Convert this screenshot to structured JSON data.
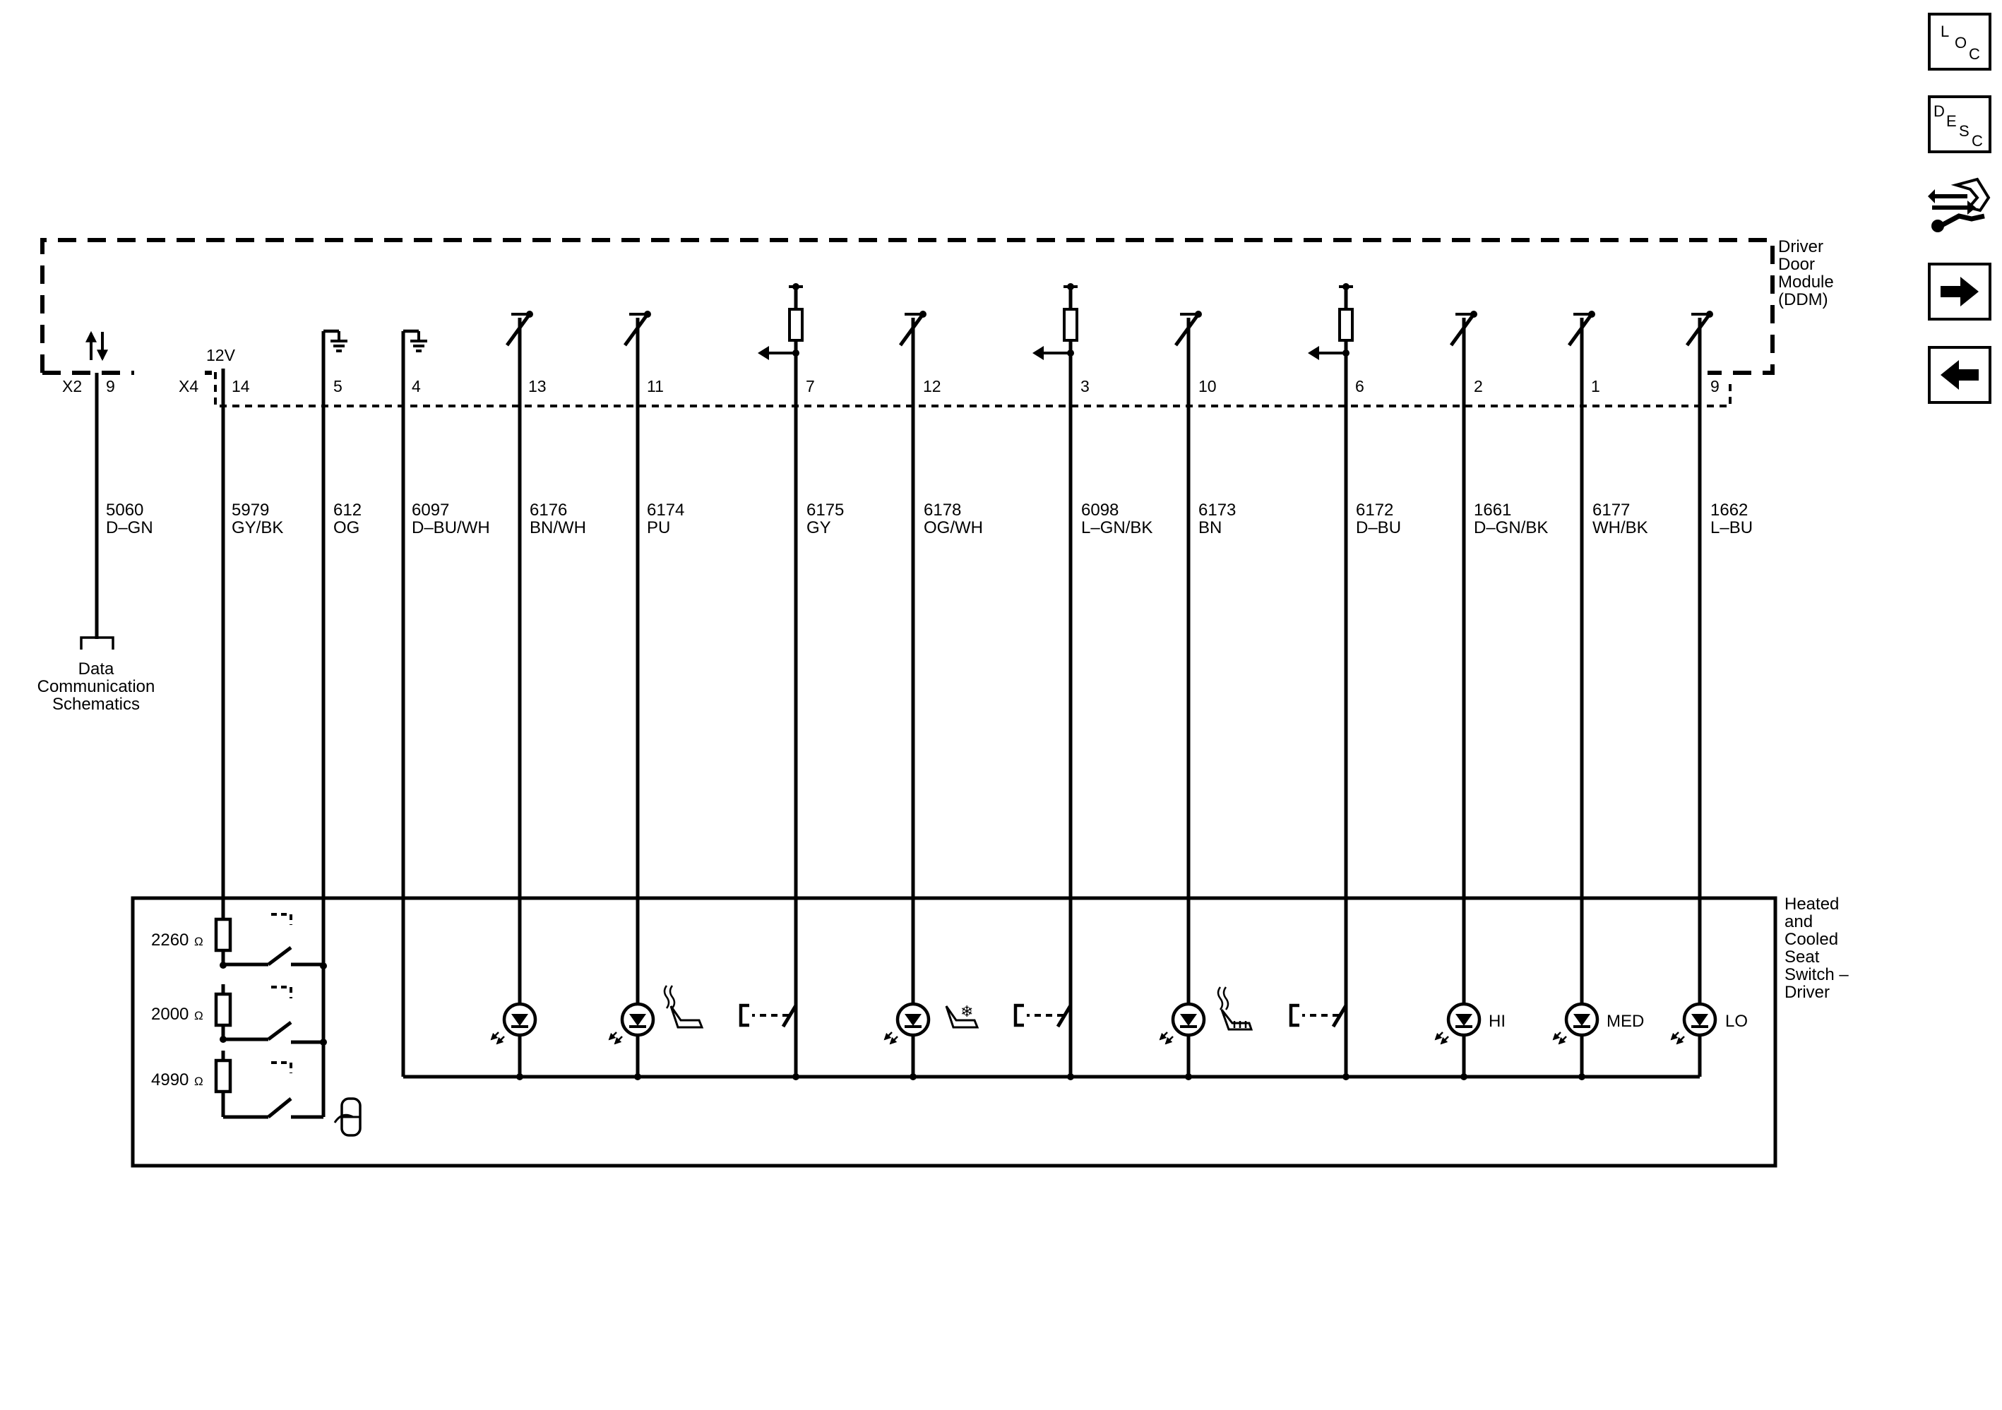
{
  "nav": {
    "loc": {
      "l1": "L",
      "l2": "O",
      "l3": "C"
    },
    "desc": {
      "l1": "D",
      "l2": "E",
      "l3": "S",
      "l4": "C"
    }
  },
  "ddm": {
    "line1": "Driver",
    "line2": "Door",
    "line3": "Module",
    "line4": "(DDM)"
  },
  "connectors": {
    "x2": "X2",
    "x4": "X4"
  },
  "voltage": "12V",
  "data_comm": {
    "line1": "Data",
    "line2": "Communication",
    "line3": "Schematics"
  },
  "switch_module": {
    "line1": "Heated",
    "line2": "and",
    "line3": "Cooled",
    "line4": "Seat",
    "line5": "Switch –",
    "line6": "Driver"
  },
  "resistors": [
    {
      "value": "2260",
      "unit": "Ω"
    },
    {
      "value": "2000",
      "unit": "Ω"
    },
    {
      "value": "4990",
      "unit": "Ω"
    }
  ],
  "indicator_labels": {
    "hi": "HI",
    "med": "MED",
    "lo": "LO"
  },
  "wires": [
    {
      "pin": "9",
      "circuit": "5060",
      "color": "D–GN"
    },
    {
      "pin": "14",
      "circuit": "5979",
      "color": "GY/BK"
    },
    {
      "pin": "5",
      "circuit": "612",
      "color": "OG"
    },
    {
      "pin": "4",
      "circuit": "6097",
      "color": "D–BU/WH"
    },
    {
      "pin": "13",
      "circuit": "6176",
      "color": "BN/WH"
    },
    {
      "pin": "11",
      "circuit": "6174",
      "color": "PU"
    },
    {
      "pin": "7",
      "circuit": "6175",
      "color": "GY"
    },
    {
      "pin": "12",
      "circuit": "6178",
      "color": "OG/WH"
    },
    {
      "pin": "3",
      "circuit": "6098",
      "color": "L–GN/BK"
    },
    {
      "pin": "10",
      "circuit": "6173",
      "color": "BN"
    },
    {
      "pin": "6",
      "circuit": "6172",
      "color": "D–BU"
    },
    {
      "pin": "2",
      "circuit": "1661",
      "color": "D–GN/BK"
    },
    {
      "pin": "1",
      "circuit": "6177",
      "color": "WH/BK"
    },
    {
      "pin": "9",
      "circuit": "1662",
      "color": "L–BU"
    }
  ]
}
